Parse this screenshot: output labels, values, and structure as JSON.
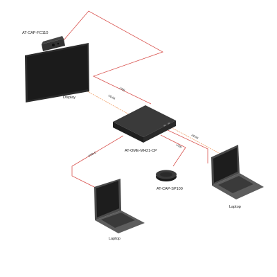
{
  "devices": {
    "camera": {
      "label": "AT-CAP-FC110"
    },
    "display": {
      "label": "Display"
    },
    "switcher": {
      "label": "AT-OME-MH21-CP"
    },
    "speakerphone": {
      "label": "AT-CAP-SP100"
    },
    "laptop_left": {
      "label": "Laptop"
    },
    "laptop_right": {
      "label": "Laptop"
    }
  },
  "cables": {
    "display_usb": "USB",
    "display_hdmi": "HDMI",
    "laptop_right_hdmi": "HDMI",
    "speakerphone_usb": "USB",
    "laptop_left_usbc": "USB-C"
  },
  "colors": {
    "usb_cable": "#d9534f",
    "hdmi_cable": "#f0a06a",
    "device_body": "#2a2a2a",
    "device_screen": "#1c1c1c",
    "laptop_body": "#555555"
  }
}
